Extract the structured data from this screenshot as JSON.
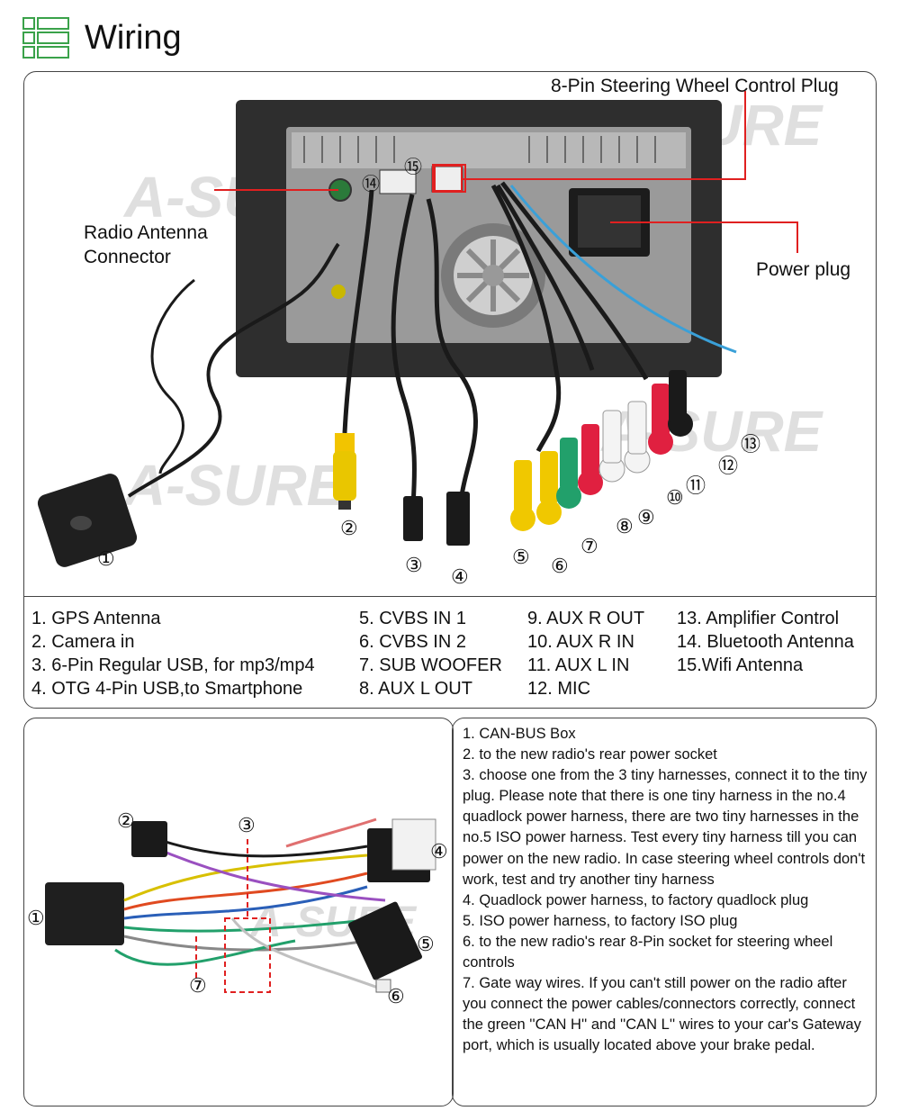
{
  "header": {
    "title": "Wiring",
    "icon": "list-icon"
  },
  "callouts": {
    "steering": "8-Pin Steering Wheel Control Plug",
    "antenna_line1": "Radio Antenna",
    "antenna_line2": "Connector",
    "power": "Power plug"
  },
  "markers": {
    "m1": "①",
    "m2": "②",
    "m3": "③",
    "m4": "④",
    "m5": "⑤",
    "m6": "⑥",
    "m7": "⑦",
    "m8": "⑧",
    "m9": "⑨",
    "m10": "⑩",
    "m11": "⑪",
    "m12": "⑫",
    "m13": "⑬",
    "m14": "⑭",
    "m15": "⑮"
  },
  "legend": {
    "col1": [
      "1. GPS Antenna",
      "2. Camera in",
      "3. 6-Pin Regular USB, for mp3/mp4",
      "4. OTG 4-Pin USB,to Smartphone"
    ],
    "col2": [
      "5. CVBS IN 1",
      "6. CVBS IN 2",
      "7. SUB WOOFER",
      "8. AUX L OUT"
    ],
    "col3": [
      "9. AUX R OUT",
      "10. AUX R IN",
      "11. AUX L IN",
      "12. MIC"
    ],
    "col4": [
      "13. Amplifier Control",
      "14. Bluetooth Antenna",
      "15.Wifi Antenna"
    ]
  },
  "harness_markers": {
    "h1": "①",
    "h2": "②",
    "h3": "③",
    "h4": "④",
    "h5": "⑤",
    "h6": "⑥",
    "h7": "⑦"
  },
  "notes": [
    "1. CAN-BUS Box",
    "2. to the new radio's rear power socket",
    "3. choose one from the 3 tiny harnesses, connect it to the tiny plug. Please note that there is one tiny harness in the no.4 quadlock power harness, there are two tiny harnesses in the no.5 ISO power harness. Test every tiny harness till you can power on the new radio. In case steering wheel controls don't work, test and try another tiny harness",
    "4. Quadlock power harness, to factory quadlock plug",
    "5. ISO power harness, to factory ISO plug",
    "6. to the new radio's rear 8-Pin socket for steering wheel controls",
    "7. Gate way wires. If you can't still power on the radio after you connect the power cables/connectors correctly, connect the green ''CAN H'' and ''CAN L'' wires to your car's Gateway port, which is usually located above your brake pedal."
  ],
  "watermark": "A-SURE",
  "colors": {
    "accent": "#3aa24a",
    "callout_line": "#e02020",
    "panel_border": "#444444"
  }
}
